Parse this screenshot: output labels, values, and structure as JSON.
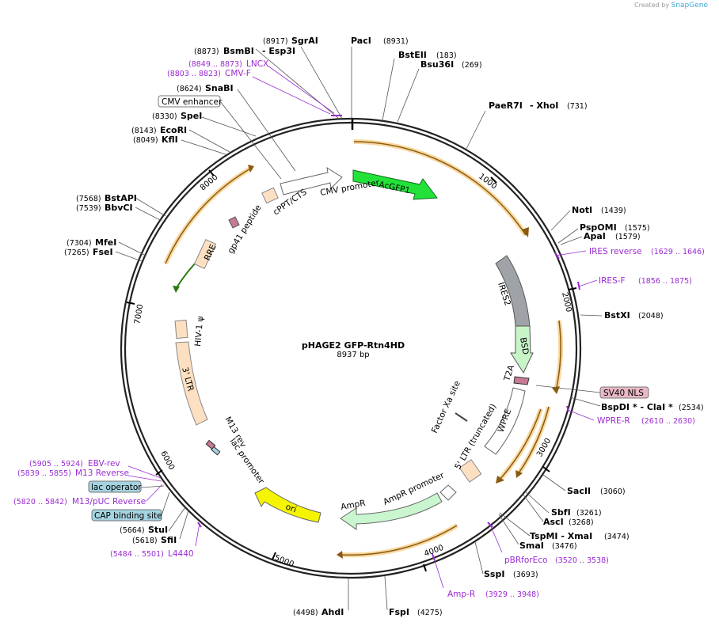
{
  "credit": {
    "prefix": "Created by",
    "brand": "SnapGene"
  },
  "plasmid": {
    "name": "pHAGE2 GFP-Rtn4HD",
    "size": "8937 bp",
    "length": 8937
  },
  "ticks": [
    "1000",
    "2000",
    "3000",
    "4000",
    "5000",
    "6000",
    "7000",
    "8000"
  ],
  "sites": [
    {
      "name": "PacI",
      "pos": "(8931)"
    },
    {
      "name": "SgrAI",
      "pos": "(8917)"
    },
    {
      "name": "- Esp3I",
      "pos": ""
    },
    {
      "name": "BsmBI",
      "pos": "(8873)"
    },
    {
      "name": "BstEII",
      "pos": "(183)"
    },
    {
      "name": "Bsu36I",
      "pos": "(269)"
    },
    {
      "name": "SnaBI",
      "pos": "(8624)"
    },
    {
      "name": "PaeR7I",
      "pos": "(731)"
    },
    {
      "name": "- XhoI",
      "pos": ""
    },
    {
      "name": "SpeI",
      "pos": "(8330)"
    },
    {
      "name": "EcoRI",
      "pos": "(8143)"
    },
    {
      "name": "KflI",
      "pos": "(8049)"
    },
    {
      "name": "NotI",
      "pos": "(1439)"
    },
    {
      "name": "PspOMI",
      "pos": "(1575)"
    },
    {
      "name": "ApaI",
      "pos": "(1579)"
    },
    {
      "name": "BstAPI",
      "pos": "(7568)"
    },
    {
      "name": "BbvCI",
      "pos": "(7539)"
    },
    {
      "name": "MfeI",
      "pos": "(7304)"
    },
    {
      "name": "FseI",
      "pos": "(7265)"
    },
    {
      "name": "BstXI",
      "pos": "(2048)"
    },
    {
      "name": "BspDI * - ClaI *",
      "pos": "(2534)"
    },
    {
      "name": "SacII",
      "pos": "(3060)"
    },
    {
      "name": "SbfI",
      "pos": "(3261)"
    },
    {
      "name": "AscI",
      "pos": "(3268)"
    },
    {
      "name": "TspMI - XmaI",
      "pos": "(3474)"
    },
    {
      "name": "SmaI",
      "pos": "(3476)"
    },
    {
      "name": "SspI",
      "pos": "(3693)"
    },
    {
      "name": "FspI",
      "pos": "(4275)"
    },
    {
      "name": "AhdI",
      "pos": "(4498)"
    },
    {
      "name": "StuI",
      "pos": "(5664)"
    },
    {
      "name": "SfiI",
      "pos": "(5618)"
    }
  ],
  "primers": [
    {
      "name": "LNCX",
      "pos": "(8849 .. 8873)"
    },
    {
      "name": "CMV-F",
      "pos": "(8803 .. 8823)"
    },
    {
      "name": "IRES reverse",
      "pos": "(1629 .. 1646)"
    },
    {
      "name": "IRES-F",
      "pos": "(1856 .. 1875)"
    },
    {
      "name": "WPRE-R",
      "pos": "(2610 .. 2630)"
    },
    {
      "name": "pBRforEco",
      "pos": "(3520 .. 3538)"
    },
    {
      "name": "Amp-R",
      "pos": "(3929 .. 3948)"
    },
    {
      "name": "L4440",
      "pos": "(5484 .. 5501)"
    },
    {
      "name": "EBV-rev",
      "pos": "(5905 .. 5924)"
    },
    {
      "name": "M13 Reverse",
      "pos": "(5839 .. 5855)"
    },
    {
      "name": "M13/pUC Reverse",
      "pos": "(5820 .. 5842)"
    }
  ],
  "boxed": {
    "cmv_enhancer": "CMV enhancer",
    "sv40": "SV40 NLS",
    "lac_operator": "lac operator",
    "cap": "CAP binding site"
  },
  "features": {
    "acgfp1": "AcGFP1",
    "cmv_promoter": "CMV promoter",
    "cppt": "cPPT/CTS",
    "gp41": "gp41 peptide",
    "rre": "RRE",
    "hiv": "HIV-1 ψ",
    "ltr3": "3' LTR",
    "m13rev": "M13 rev",
    "lacpro": "lac promoter",
    "ori": "ori",
    "ampr": "AmpR",
    "amprpro": "AmpR promoter",
    "ltr5": "5' LTR (truncated)",
    "wpre": "WPRE",
    "t2a": "T2A",
    "factorxa": "Factor Xa site",
    "bsd": "BSD",
    "ires2": "IRES2"
  },
  "colors": {
    "acgfp": "#22e23a",
    "ires": "#9fa3a8",
    "bsd": "#c8f5c8",
    "ori": "#f5f500",
    "ampr": "#c9f5cf",
    "ltr": "#fde0c2",
    "orange": "#f0a030",
    "primer": "#9a2bd1",
    "lac": "#a4d3e0",
    "sv40": "#e9b8c5"
  }
}
